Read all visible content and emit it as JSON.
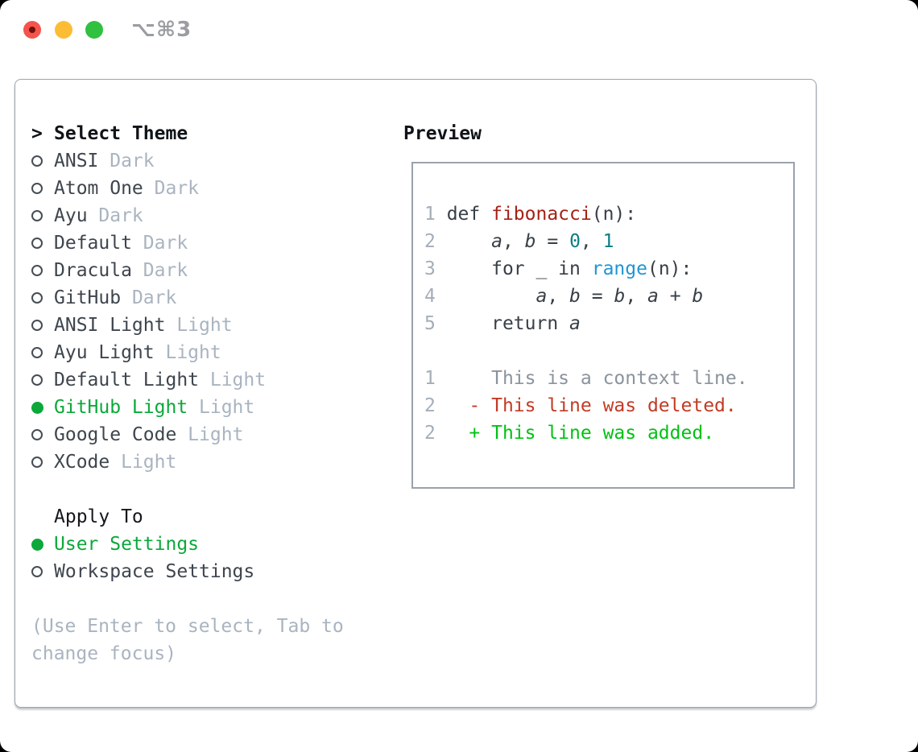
{
  "window": {
    "title": "⌥⌘3",
    "controls": [
      {
        "name": "close",
        "color": "#f4544d",
        "has_inner_dot": true,
        "dot_color": "#71100a"
      },
      {
        "name": "minimize",
        "color": "#fcbc34",
        "has_inner_dot": false
      },
      {
        "name": "zoom",
        "color": "#2fc13f",
        "has_inner_dot": false
      }
    ]
  },
  "theme_picker": {
    "header": {
      "prompt": ">",
      "label": "Select Theme"
    },
    "items": [
      {
        "name": "ANSI",
        "variant": "Dark",
        "selected": false
      },
      {
        "name": "Atom One",
        "variant": "Dark",
        "selected": false
      },
      {
        "name": "Ayu",
        "variant": "Dark",
        "selected": false
      },
      {
        "name": "Default",
        "variant": "Dark",
        "selected": false
      },
      {
        "name": "Dracula",
        "variant": "Dark",
        "selected": false
      },
      {
        "name": "GitHub",
        "variant": "Dark",
        "selected": false
      },
      {
        "name": "ANSI Light",
        "variant": "Light",
        "selected": false
      },
      {
        "name": "Ayu Light",
        "variant": "Light",
        "selected": false
      },
      {
        "name": "Default Light",
        "variant": "Light",
        "selected": false
      },
      {
        "name": "GitHub Light",
        "variant": "Light",
        "selected": true
      },
      {
        "name": "Google Code",
        "variant": "Light",
        "selected": false
      },
      {
        "name": "XCode",
        "variant": "Light",
        "selected": false
      }
    ],
    "apply_to": {
      "label": "Apply To",
      "options": [
        {
          "label": "User Settings",
          "selected": true
        },
        {
          "label": "Workspace Settings",
          "selected": false
        }
      ]
    },
    "hint_line1": "(Use Enter to select, Tab to",
    "hint_line2": "change focus)"
  },
  "preview": {
    "label": "Preview",
    "lines": [
      {
        "n": "1",
        "seg": [
          [
            "def ",
            "code"
          ],
          [
            "fibonacci",
            "fn"
          ],
          [
            "(n):",
            "code"
          ]
        ]
      },
      {
        "n": "2",
        "seg": [
          [
            "    ",
            "code"
          ],
          [
            "a",
            "var"
          ],
          [
            ", ",
            "code"
          ],
          [
            "b",
            "var"
          ],
          [
            " = ",
            "code"
          ],
          [
            "0",
            "num"
          ],
          [
            ", ",
            "code"
          ],
          [
            "1",
            "num"
          ]
        ]
      },
      {
        "n": "3",
        "seg": [
          [
            "    for _ in ",
            "code"
          ],
          [
            "range",
            "call"
          ],
          [
            "(n):",
            "code"
          ]
        ]
      },
      {
        "n": "4",
        "seg": [
          [
            "        ",
            "code"
          ],
          [
            "a",
            "var"
          ],
          [
            ", ",
            "code"
          ],
          [
            "b",
            "var"
          ],
          [
            " = ",
            "code"
          ],
          [
            "b",
            "var"
          ],
          [
            ", ",
            "code"
          ],
          [
            "a",
            "var"
          ],
          [
            " + ",
            "code"
          ],
          [
            "b",
            "var"
          ]
        ]
      },
      {
        "n": "5",
        "seg": [
          [
            "    return ",
            "code"
          ],
          [
            "a",
            "var"
          ]
        ]
      },
      {
        "n": "",
        "seg": []
      },
      {
        "n": "1",
        "seg": [
          [
            "    This is a context line.",
            "ctx"
          ]
        ]
      },
      {
        "n": "2",
        "seg": [
          [
            "  - This line was deleted.",
            "del"
          ]
        ]
      },
      {
        "n": "2",
        "seg": [
          [
            "  + This line was added.",
            "add"
          ]
        ]
      }
    ]
  },
  "colors": {
    "selection_green": "#0ca83a",
    "added_green": "#00c213",
    "deleted_red": "#c33a24",
    "function_red": "#a52116",
    "number_teal": "#0c7d85",
    "builtin_blue": "#2095d3",
    "muted_gray": "#a9b4c0",
    "text_dark": "#3e454d",
    "panel_border": "#99a3ad"
  }
}
